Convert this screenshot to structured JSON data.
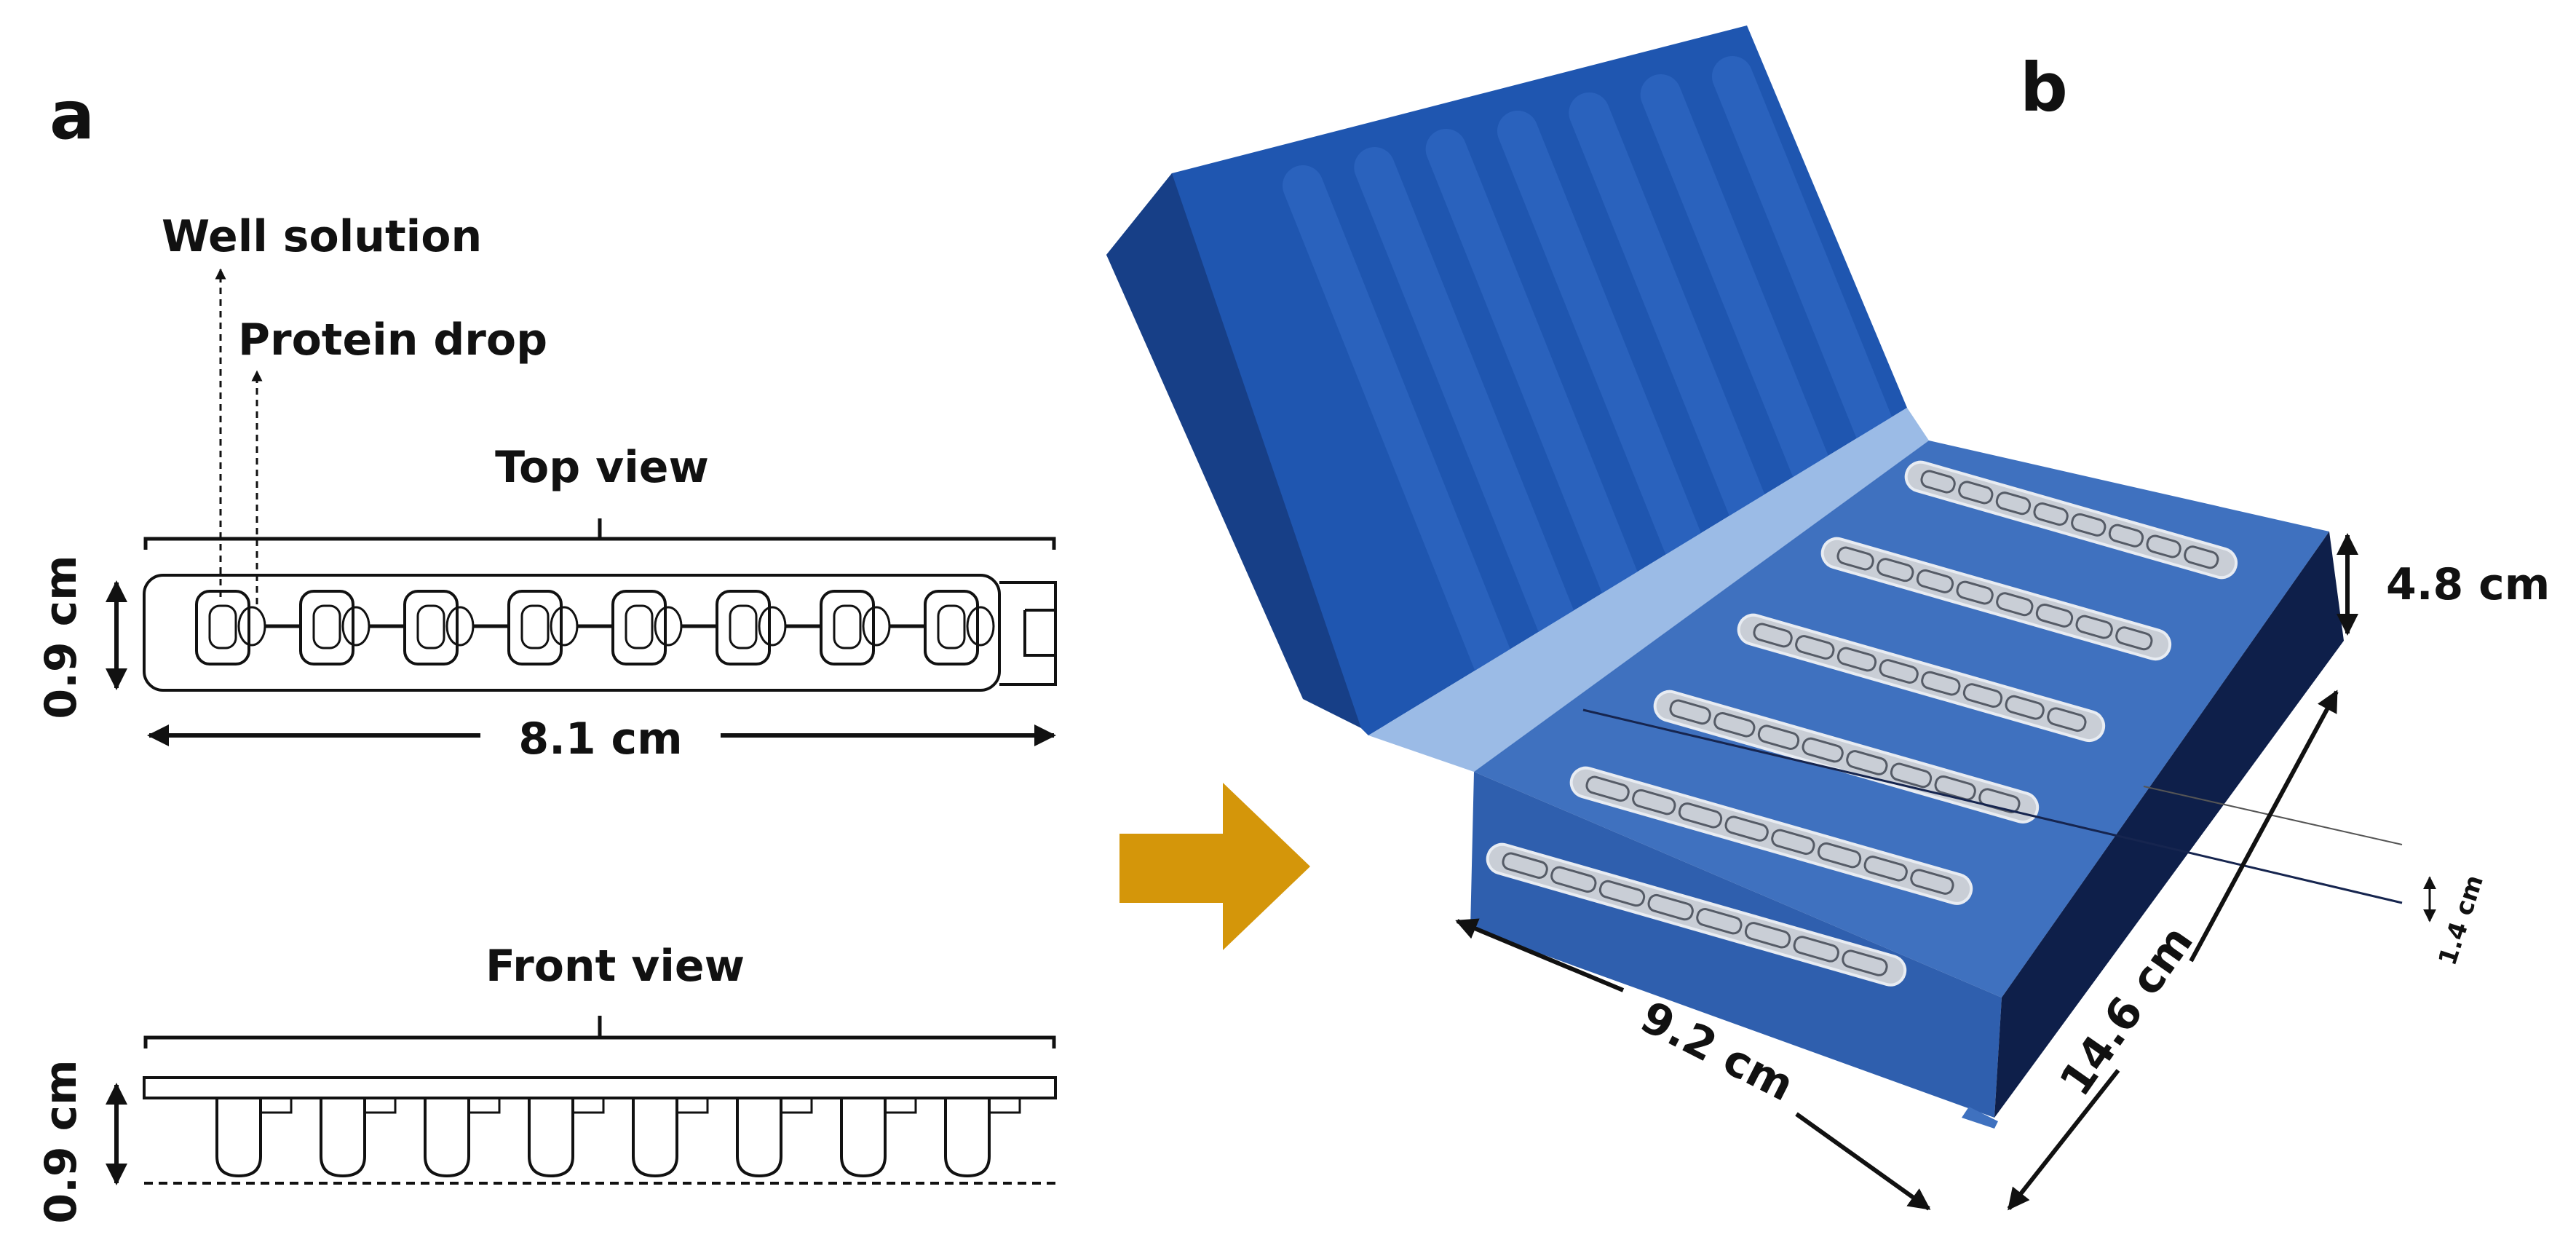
{
  "panel_a": {
    "letter": "a",
    "well_solution": "Well solution",
    "protein_drop": "Protein drop",
    "top_view": "Top view",
    "front_view": "Front view",
    "height_top": "0.9 cm",
    "height_front": "0.9 cm",
    "length": "8.1 cm",
    "well_count": 8
  },
  "panel_b": {
    "letter": "b",
    "height": "4.8 cm",
    "width": "9.2 cm",
    "depth": "14.6 cm",
    "strip_gap": "1.4 cm",
    "strip_count": 6,
    "wells_per_strip": 8
  },
  "colors": {
    "line": "#111111",
    "arrow": "#d4960a",
    "box_top": "#3f71bf",
    "box_front": "#2f5fae",
    "box_side": "#0e1f4a",
    "lid": "#1f56b0",
    "lid_spine": "#173f87",
    "hinge": "#9bbbe6",
    "strip": "#c9ced6"
  }
}
